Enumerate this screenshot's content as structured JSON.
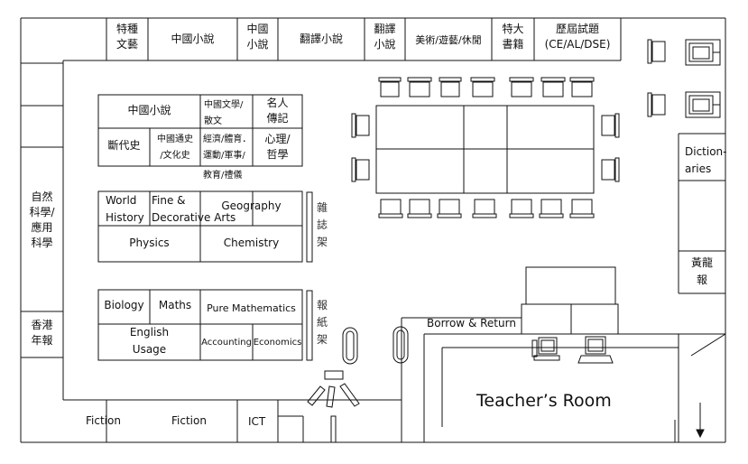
{
  "top_shelves": [
    "特種\n文藝",
    "中國小說",
    "中國\n小說",
    "翻譯小說",
    "翻譯\n小說",
    "美術/遊藝/休閒",
    "特大\n書籍",
    "歷屆試題\n(CE/AL/DSE)"
  ],
  "left_wall": {
    "science": "自然\n科學/\n應用\n科學",
    "hk_yearbook": "香港\n年報"
  },
  "block1": {
    "chinese_fiction": "中國小說",
    "lit_prose": "中國文學/\n散文",
    "biography": "名人\n傳記",
    "dynastic_history": "斷代史",
    "general_history": "中國通史\n/文化史",
    "econ_sports": "經濟/體育．\n運動/軍事/",
    "psych_phil": "心理/\n哲學",
    "education": "教育/禮儀"
  },
  "block2": {
    "world_history": "World\nHistory",
    "fine_arts": "Fine &\nDecorative Arts",
    "geography": "Geography",
    "physics": "Physics",
    "chemistry": "Chemistry",
    "magazine_rack": "雜\n誌\n架"
  },
  "block3": {
    "biology": "Biology",
    "maths": "Maths",
    "pure_maths": "Pure Mathematics",
    "english_usage": "English\nUsage",
    "accounting": "Accounting",
    "economics": "Economics",
    "newspaper_rack": "報\n紙\n架"
  },
  "right_side": {
    "dictionaries": "Diction-\naries",
    "yellow_pages": "黃龍\n報"
  },
  "counter": {
    "label": "Borrow & Return"
  },
  "teachers_room": "Teacher’s Room",
  "bottom": {
    "fiction_1": "Fiction",
    "fiction_2": "Fiction",
    "ict": "ICT"
  }
}
